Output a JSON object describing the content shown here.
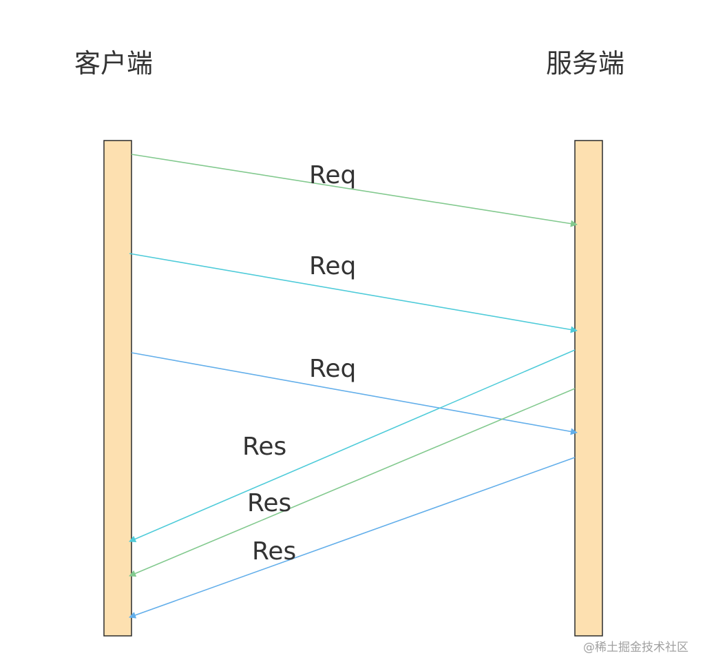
{
  "lanes": {
    "client_title": "客户端",
    "server_title": "服务端"
  },
  "colors": {
    "lane_fill": "#fde0b0",
    "lane_stroke": "#2a2a2a",
    "text": "#333333",
    "green": "#82c98e",
    "cyan": "#4ecbd9",
    "blue": "#62aeea"
  },
  "messages": [
    {
      "label": "Req",
      "direction": "client-to-server",
      "color": "green"
    },
    {
      "label": "Req",
      "direction": "client-to-server",
      "color": "cyan"
    },
    {
      "label": "Req",
      "direction": "client-to-server",
      "color": "blue"
    },
    {
      "label": "Res",
      "direction": "server-to-client",
      "color": "cyan"
    },
    {
      "label": "Res",
      "direction": "server-to-client",
      "color": "green"
    },
    {
      "label": "Res",
      "direction": "server-to-client",
      "color": "blue"
    }
  ],
  "watermark": "@稀土掘金技术社区"
}
